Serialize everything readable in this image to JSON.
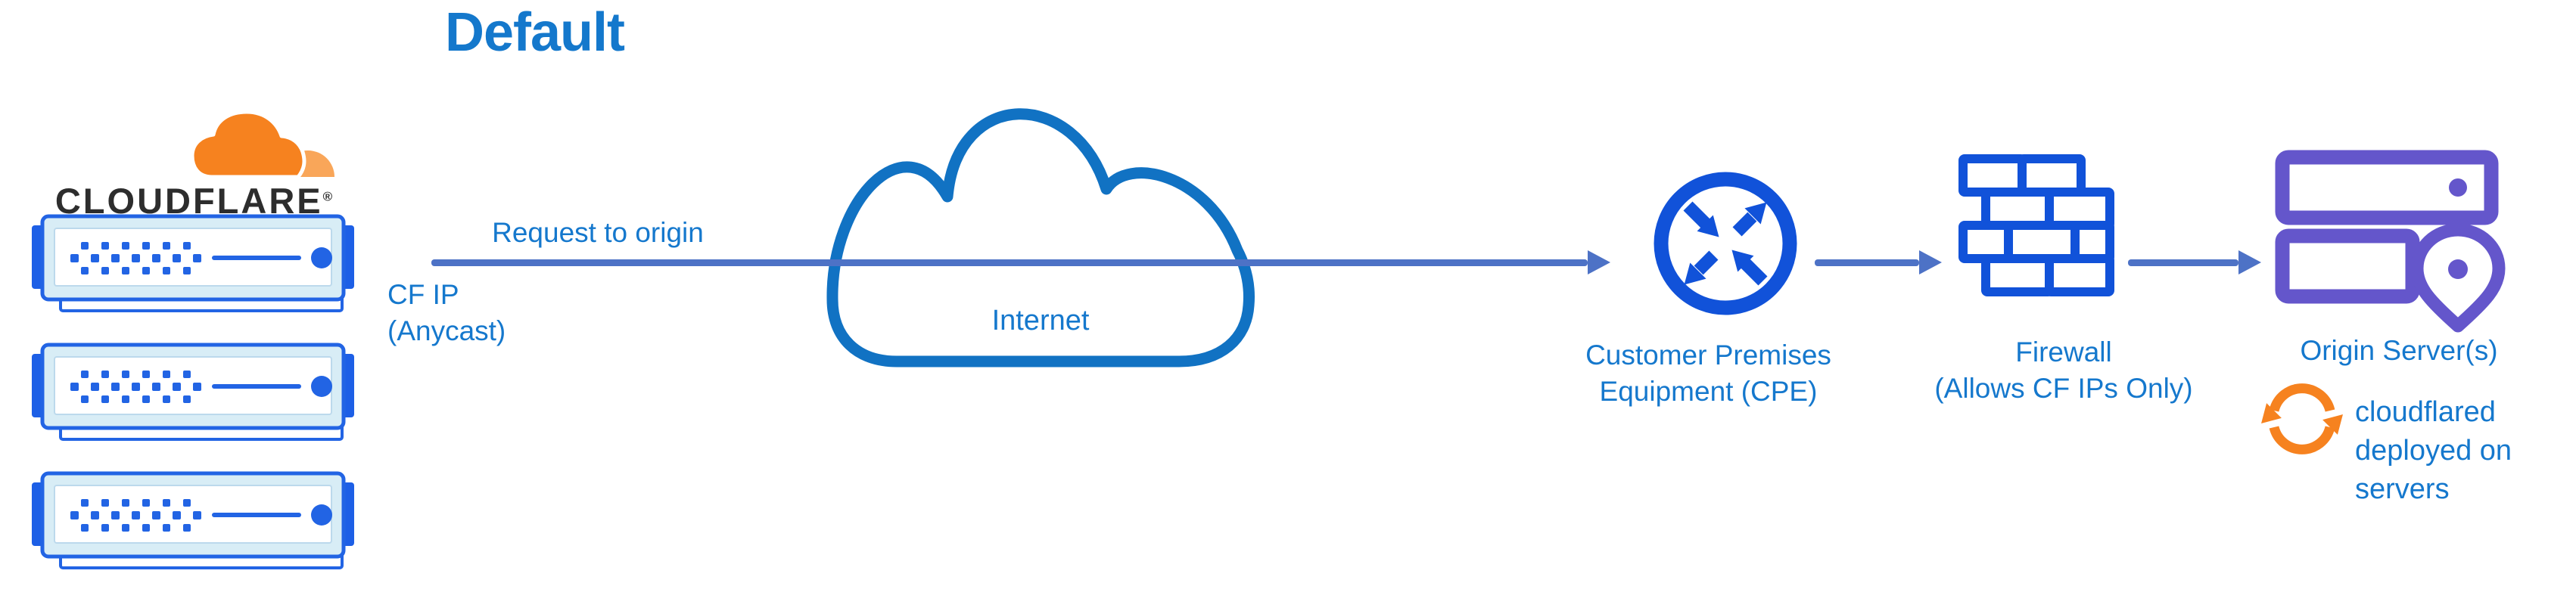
{
  "title": "Default",
  "logo": {
    "wordmark": "CLOUDFLARE",
    "registered_mark": "®"
  },
  "labels": {
    "request": "Request to origin",
    "cf_ip_line1": "CF IP",
    "cf_ip_line2": "(Anycast)",
    "internet": "Internet",
    "cpe_line1": "Customer Premises",
    "cpe_line2": "Equipment (CPE)",
    "firewall_line1": "Firewall",
    "firewall_line2": "(Allows CF IPs Only)",
    "origin": "Origin Server(s)",
    "cloudflared_line1": "cloudflared",
    "cloudflared_line2": "deployed on",
    "cloudflared_line3": "servers"
  },
  "colors": {
    "title_blue": "#1478cc",
    "label_blue": "#1578cd",
    "arrow_blue": "#4d72c6",
    "icon_royal_blue": "#1152d9",
    "cloud_outline_blue": "#1172c3",
    "server_border_blue": "#2264e4",
    "server_body_fill": "#d8edf6",
    "origin_purple": "#6456cb",
    "cloudflare_orange": "#f6821f",
    "cloudflare_orange_light": "#f9a659",
    "wordmark_dark": "#2d2d2d"
  }
}
